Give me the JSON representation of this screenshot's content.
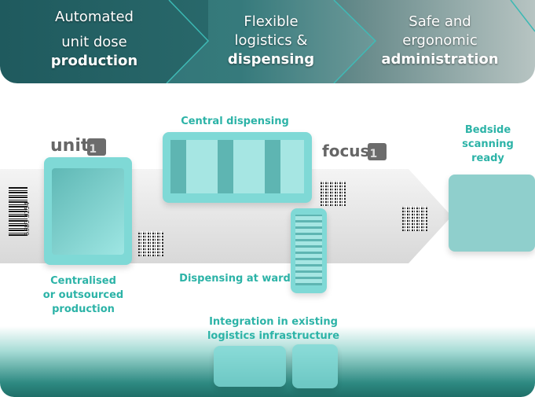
{
  "header": {
    "steps": [
      {
        "line1": "Automated",
        "line2": "unit dose",
        "bold": "production"
      },
      {
        "line1": "Flexible",
        "line2": "logistics &",
        "bold": "dispensing"
      },
      {
        "line1": "Safe and",
        "line2": "ergonomic",
        "bold": "administration"
      }
    ]
  },
  "logos": {
    "unit": {
      "text": "unit",
      "digit": "1"
    },
    "focus": {
      "text": "focus",
      "digit": "1"
    }
  },
  "barcode": {
    "numbers": "6583 3254"
  },
  "labels": {
    "central_dispensing": "Central dispensing",
    "bedside": [
      "Bedside",
      "scanning",
      "ready"
    ],
    "production": [
      "Centralised",
      "or outsourced",
      "production"
    ],
    "ward": "Dispensing at ward",
    "integration": [
      "Integration in existing",
      "logistics infrastructure"
    ]
  },
  "colors": {
    "accent": "#2cb3a7",
    "header": "#1f5a5e",
    "panel": "#7fd9d6"
  }
}
